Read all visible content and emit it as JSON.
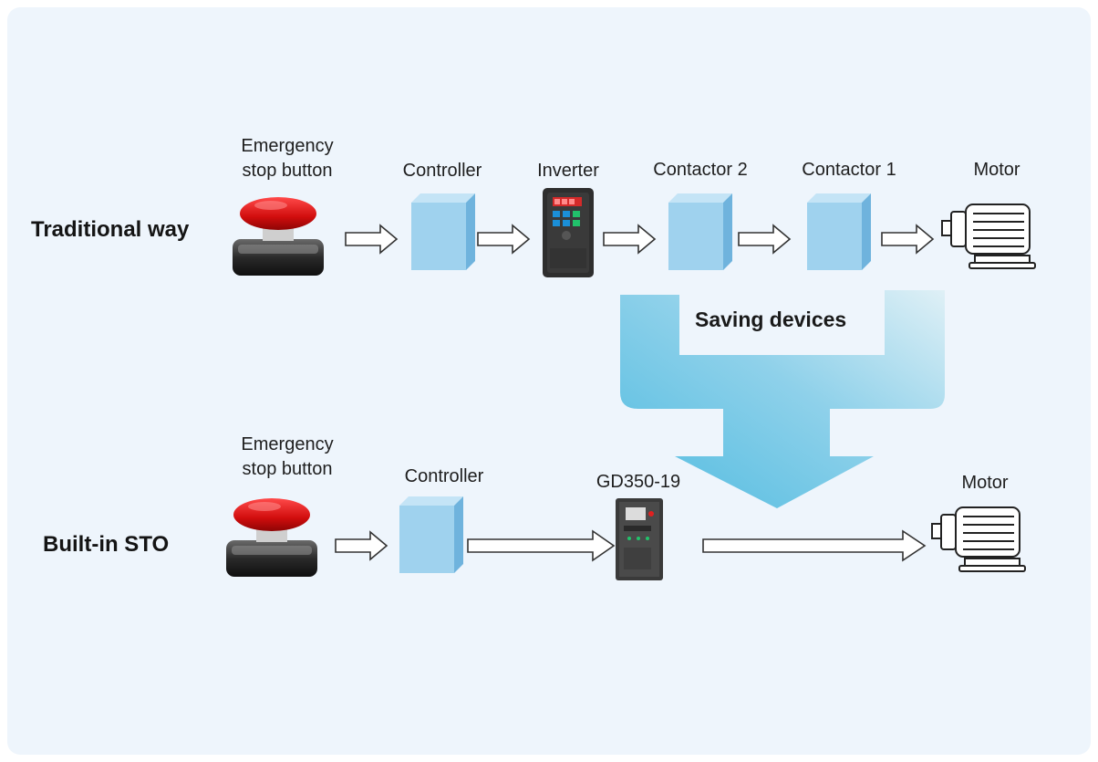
{
  "rows": {
    "traditional": {
      "title": "Traditional way",
      "estop_label": "Emergency\nstop button",
      "controller_label": "Controller",
      "inverter_label": "Inverter",
      "contactor2_label": "Contactor 2",
      "contactor1_label": "Contactor 1",
      "motor_label": "Motor"
    },
    "sto": {
      "title": "Built-in STO",
      "estop_label": "Emergency\nstop button",
      "controller_label": "Controller",
      "drive_label": "GD350-19",
      "motor_label": "Motor"
    }
  },
  "saving_label": "Saving devices",
  "colors": {
    "panel_bg": "#eef5fc",
    "box_front": "#9fd2ee",
    "box_side": "#6fb3dd",
    "box_top": "#c4e4f6",
    "funnel_dark": "#55bde0",
    "funnel_light": "#d7edf5",
    "button_red": "#d40f0f",
    "device_dark": "#2e2e2e"
  },
  "icons": [
    "emergency-stop-icon",
    "box-icon",
    "inverter-icon",
    "drive-icon",
    "motor-icon",
    "arrow-icon"
  ]
}
